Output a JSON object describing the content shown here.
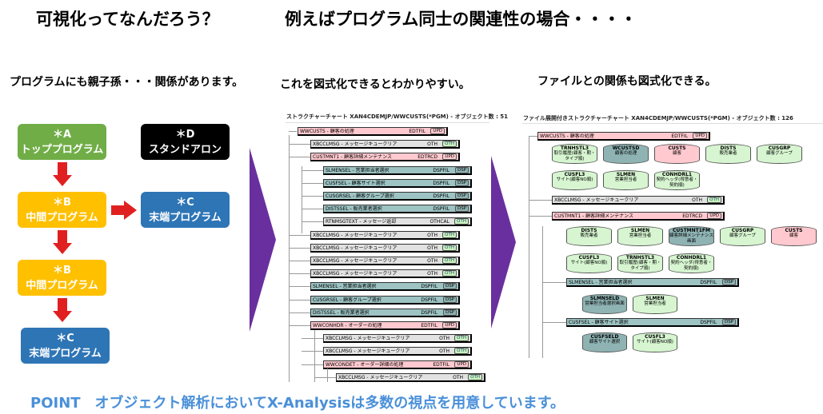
{
  "titles": {
    "left": "可視化ってなんだろう？",
    "right": "例えばプログラム同士の関連性の場合・・・・"
  },
  "subtitles": {
    "left": "プログラムにも親子孫・・・関係があります。",
    "middle": "これを図式化できるとわかりやすい。",
    "right": "ファイルとの関係も図式化できる。"
  },
  "flow": [
    {
      "code": "＊A",
      "label": "トッププログラム",
      "color": "#70ad47"
    },
    {
      "code": "＊D",
      "label": "スタンドアロン",
      "color": "#000000"
    },
    {
      "code": "＊B",
      "label": "中間プログラム",
      "color": "#ffc000"
    },
    {
      "code": "＊C",
      "label": "末端プログラム",
      "color": "#2e75b6"
    },
    {
      "code": "＊B",
      "label": "中間プログラム",
      "color": "#ffc000"
    },
    {
      "code": "＊C",
      "label": "末端プログラム",
      "color": "#2e75b6"
    }
  ],
  "middle_chart": {
    "title": "ストラクチャーチャート XAN4CDEMJP/WWCUSTS(*PGM) - オブジェクト数 : 51",
    "rows": [
      {
        "name": "WWCUSTS - 顧客の処理",
        "cat": "EDTFIL",
        "badge": "UPD",
        "level": 0,
        "style": "pink"
      },
      {
        "name": "XBCCLMSG - メッセージキュークリア",
        "cat": "OTH",
        "badge": "OTH",
        "level": 1,
        "style": "gray"
      },
      {
        "name": "CUSTMNT1 - 顧客詳細メンテナンス",
        "cat": "EDTRCD",
        "badge": "UPD",
        "level": 1,
        "style": "pink"
      },
      {
        "name": "SLMENSEL - 営業担当者選択",
        "cat": "DSPFIL",
        "badge": "DSP",
        "level": 2,
        "style": "teal"
      },
      {
        "name": "CUSFSEL - 顧客サイト選択",
        "cat": "DSPFIL",
        "badge": "DSP",
        "level": 2,
        "style": "teal"
      },
      {
        "name": "CUSGRSEL - 顧客グループ選択",
        "cat": "DSPFIL",
        "badge": "DSP",
        "level": 2,
        "style": "teal"
      },
      {
        "name": "DISTSSEL - 販売業者選択",
        "cat": "DSPFIL",
        "badge": "DSP",
        "level": 2,
        "style": "teal"
      },
      {
        "name": "RTNMSGTEXT - メッセージ返却",
        "cat": "OTHCAL",
        "badge": "OTH",
        "level": 2,
        "style": "gray"
      },
      {
        "name": "XBCCLMSG - メッセージキュークリア",
        "cat": "OTH",
        "badge": "OTH",
        "level": 1,
        "style": "gray"
      },
      {
        "name": "XBCCLMSG - メッセージキュークリア",
        "cat": "OTH",
        "badge": "OTH",
        "level": 1,
        "style": "gray"
      },
      {
        "name": "XBCCLMSG - メッセージキュークリア",
        "cat": "OTH",
        "badge": "OTH",
        "level": 1,
        "style": "gray"
      },
      {
        "name": "XBCCLMSG - メッセージキュークリア",
        "cat": "OTH",
        "badge": "OTH",
        "level": 1,
        "style": "gray"
      },
      {
        "name": "SLMENSEL - 営業担当者選択",
        "cat": "DSPFIL",
        "badge": "DSP",
        "level": 1,
        "style": "teal"
      },
      {
        "name": "CUSGRSEL - 顧客グループ選択",
        "cat": "DSPFIL",
        "badge": "DSP",
        "level": 1,
        "style": "teal"
      },
      {
        "name": "DISTSSEL - 販売業者選択",
        "cat": "DSPFIL",
        "badge": "DSP",
        "level": 1,
        "style": "teal"
      },
      {
        "name": "WWCONHDR - オーダーの処理",
        "cat": "EDTFIL",
        "badge": "UPD",
        "level": 1,
        "style": "pink"
      },
      {
        "name": "XBCCLMSG - メッセージキュークリア",
        "cat": "OTH",
        "badge": "OTH",
        "level": 2,
        "style": "gray"
      },
      {
        "name": "XBCCLMSG - メッセージキュークリア",
        "cat": "OTH",
        "badge": "OTH",
        "level": 2,
        "style": "gray"
      },
      {
        "name": "WWCONDET - オーダー詳細の処理",
        "cat": "EDTFIL",
        "badge": "UPD",
        "level": 2,
        "style": "pink"
      },
      {
        "name": "XBCCLMSG - メッセージキュークリア",
        "cat": "OTH",
        "badge": "OTH",
        "level": 3,
        "style": "gray"
      }
    ]
  },
  "right_chart": {
    "title": "ファイル展開付きストラクチャーチャート XAN4CDEMJP/WWCUSTS(*PGM) - オブジェクト数 : 126",
    "bars": [
      {
        "name": "WWCUSTS - 顧客の処理",
        "cat": "EDTFIL",
        "badge": "UPD",
        "style": "pink"
      },
      {
        "name": "XBCCLMSG - メッセージキュークリア",
        "cat": "OTH",
        "badge": "OTH",
        "style": "gray"
      },
      {
        "name": "CUSTMNT1 - 顧客詳細メンテナンス",
        "cat": "EDTRCD",
        "badge": "UPD",
        "style": "pink"
      },
      {
        "name": "SLMENSEL - 営業担当者選択",
        "cat": "DSPFIL",
        "badge": "DSP",
        "style": "teal"
      },
      {
        "name": "CUSFSEL - 顧客サイト選択",
        "cat": "DSPFIL",
        "badge": "DSP",
        "style": "teal"
      }
    ],
    "files": [
      {
        "name": "TRNHSTL3",
        "desc": "取引履歴(顧客・期・タイプ順)",
        "style": "cg"
      },
      {
        "name": "WCUSTSD",
        "desc": "顧客の処理",
        "style": "ct"
      },
      {
        "name": "CUSTS",
        "desc": "顧客",
        "style": "cp"
      },
      {
        "name": "DISTS",
        "desc": "販売業者",
        "style": "cg"
      },
      {
        "name": "CUSGRP",
        "desc": "顧客グループ",
        "style": "cg"
      },
      {
        "name": "CUSFL3",
        "desc": "サイト(顧客NO順)",
        "style": "cg"
      },
      {
        "name": "SLMEN",
        "desc": "営業担当者",
        "style": "cg"
      },
      {
        "name": "CONHDRL1",
        "desc": "契約ヘッダ(得意者・契約順)",
        "style": "cg"
      },
      {
        "name": "DISTS",
        "desc": "販売業者",
        "style": "cg"
      },
      {
        "name": "SLMEN",
        "desc": "営業担当者",
        "style": "cg"
      },
      {
        "name": "CUSTMNT1FM",
        "desc": "顧客詳細メンテナンス画面",
        "style": "ct"
      },
      {
        "name": "CUSGRP",
        "desc": "顧客グループ",
        "style": "cg"
      },
      {
        "name": "CUSTS",
        "desc": "顧客",
        "style": "cp"
      },
      {
        "name": "CUSFL3",
        "desc": "サイト(顧客NO順)",
        "style": "cg"
      },
      {
        "name": "TRNHSTL3",
        "desc": "取引履歴(顧客・期・タイプ順)",
        "style": "cg"
      },
      {
        "name": "CONHDRL1",
        "desc": "契約ヘッダ(得意者・契約順)",
        "style": "cg"
      },
      {
        "name": "SLMNSELD",
        "desc": "営業担当者選択画面",
        "style": "ct"
      },
      {
        "name": "SLMEN",
        "desc": "営業担当者",
        "style": "cg"
      },
      {
        "name": "CUSFSELD",
        "desc": "顧客サイト選択",
        "style": "ct"
      },
      {
        "name": "CUSFL3",
        "desc": "サイト(顧客NO順)",
        "style": "cg"
      }
    ]
  },
  "point": {
    "label": "POINT",
    "text": "オブジェクト解析においてX-Analysisは多数の視点を用意しています。",
    "color": "#4a90d9"
  }
}
